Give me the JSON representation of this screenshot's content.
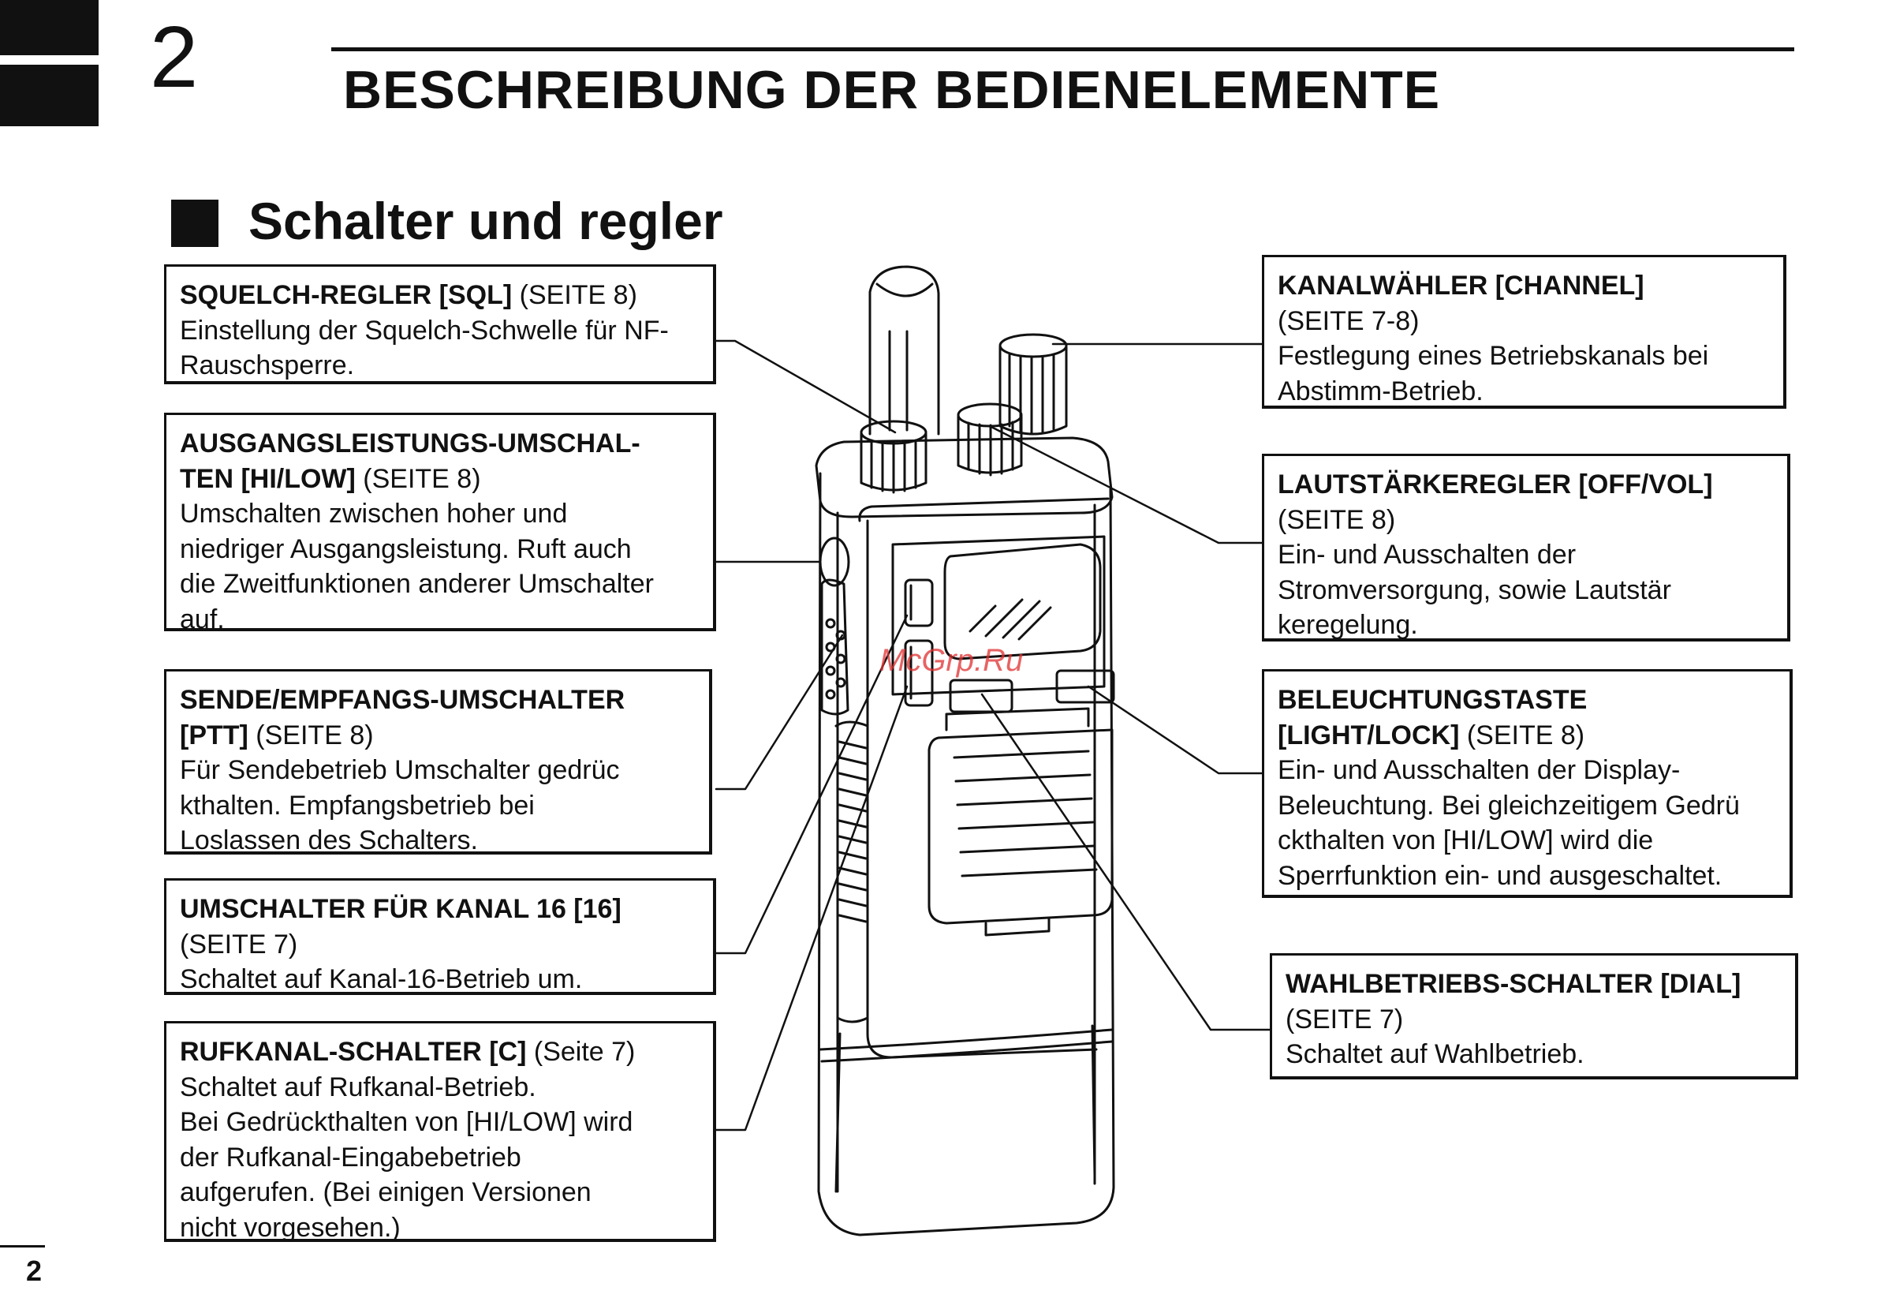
{
  "header": {
    "chapter_number": "2",
    "chapter_title": "BESCHREIBUNG DER BEDIENELEMENTE"
  },
  "section": {
    "title": "Schalter und regler"
  },
  "callouts": {
    "sql": {
      "head": "SQUELCH-REGLER [SQL]",
      "ref": " (SEITE 8)",
      "lines": [
        "Einstellung der Squelch-Schwelle für NF-",
        "Rauschsperre."
      ]
    },
    "hilow": {
      "head1": "AUSGANGSLEISTUNGS-UMSCHAL-",
      "head2": "TEN [HI/LOW]",
      "ref": " (SEITE 8)",
      "lines": [
        "Umschalten zwischen hoher und",
        "niedriger Ausgangsleistung.  Ruft auch",
        "die Zweitfunktionen anderer Umschalter",
        "auf."
      ]
    },
    "ptt": {
      "head1": "SENDE/EMPFANGS-UMSCHALTER",
      "head2": "[PTT]",
      "ref": " (SEITE 8)",
      "lines": [
        "Für Sendebetrieb Umschalter gedrüc",
        "kthalten. Empfangsbetrieb  bei",
        "Loslassen des Schalters."
      ]
    },
    "ch16": {
      "head": "UMSCHALTER FÜR KANAL 16 [16]",
      "lines": [
        "(SEITE 7)",
        "Schaltet auf Kanal-16-Betrieb um."
      ]
    },
    "call": {
      "head": "RUFKANAL-SCHALTER [C]",
      "ref": " (Seite 7)",
      "lines": [
        "Schaltet auf Rufkanal-Betrieb.",
        "Bei Gedrückthalten von [HI/LOW] wird",
        "der  Rufkanal-Eingabebetrieb",
        "aufgerufen.  (Bei einigen Versionen",
        "nicht vorgesehen.)"
      ]
    },
    "channel": {
      "head": "KANALWÄHLER [CHANNEL]",
      "lines": [
        "(SEITE 7-8)",
        "Festlegung eines Betriebskanals bei",
        "Abstimm-Betrieb."
      ]
    },
    "vol": {
      "head": "LAUTSTÄRKEREGLER [OFF/VOL]",
      "lines": [
        "(SEITE 8)",
        "Ein- und Ausschalten der",
        "Stromversorgung, sowie  Lautstär",
        "keregelung."
      ]
    },
    "light": {
      "head1": "BELEUCHTUNGSTASTE",
      "head2": "[LIGHT/LOCK]",
      "ref": " (SEITE 8)",
      "lines": [
        "Ein- und Ausschalten der Display-",
        "Beleuchtung. Bei  gleichzeitigem Gedrü",
        "ckthalten von [HI/LOW] wird die",
        "Sperrfunktion ein- und ausgeschaltet."
      ]
    },
    "dial": {
      "head": "WAHLBETRIEBS-SCHALTER [DIAL]",
      "lines": [
        "(SEITE 7)",
        "Schaltet auf Wahlbetrieb."
      ]
    }
  },
  "watermark": "McGrp.Ru",
  "footer": {
    "page_number": "2"
  }
}
